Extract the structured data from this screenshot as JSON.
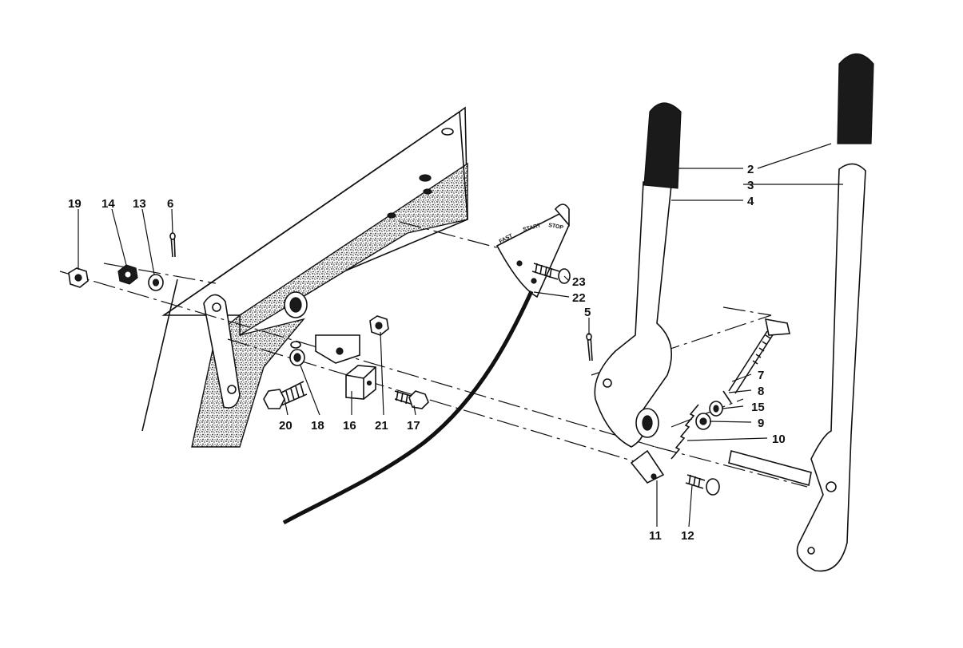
{
  "diagram": {
    "callouts": {
      "c2": "2",
      "c3": "3",
      "c4": "4",
      "c5": "5",
      "c6": "6",
      "c7": "7",
      "c8": "8",
      "c9": "9",
      "c10": "10",
      "c11": "11",
      "c12": "12",
      "c13": "13",
      "c14": "14",
      "c15": "15",
      "c16": "16",
      "c17": "17",
      "c18": "18",
      "c19": "19",
      "c20": "20",
      "c21": "21",
      "c22": "22",
      "c23": "23"
    },
    "throttle_plate": {
      "fast": "FAST",
      "start": "START",
      "stop": "STOP"
    },
    "colors": {
      "ink": "#111111",
      "paper": "#ffffff",
      "stipple": "#555555"
    }
  }
}
